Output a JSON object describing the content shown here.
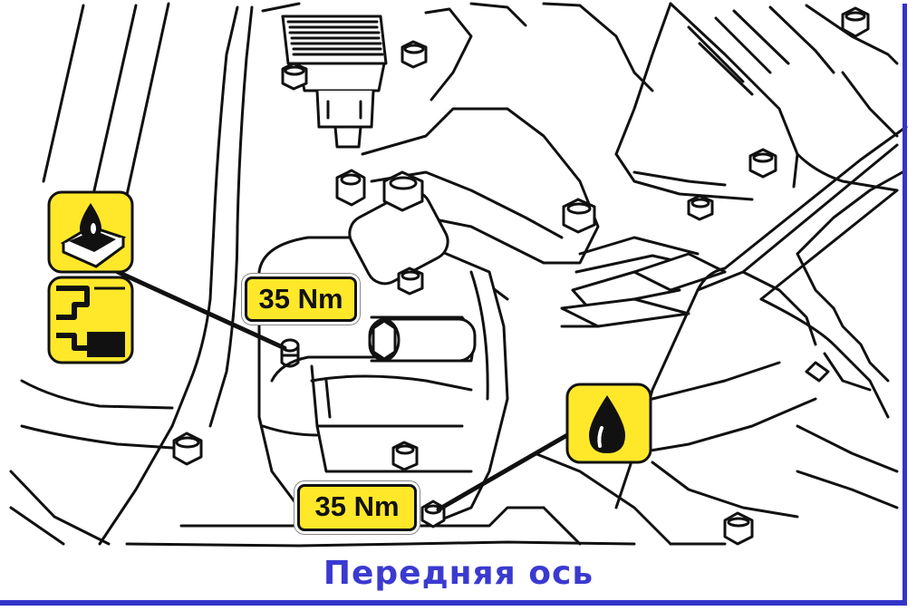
{
  "torque_labels": {
    "filler": "35 Nm",
    "drain": "35 Nm"
  },
  "symbols": {
    "filler_fill_symbol": "oil-fill-icon",
    "filler_level_symbol": "oil-level-icon",
    "drain_symbol": "oil-drop-icon"
  },
  "caption": "Передняя  ось",
  "colors": {
    "callout_yellow": "#ffe82a",
    "caption_blue": "#3a3ad0",
    "frame_blue": "#3434c8",
    "line_art": "#111111"
  }
}
